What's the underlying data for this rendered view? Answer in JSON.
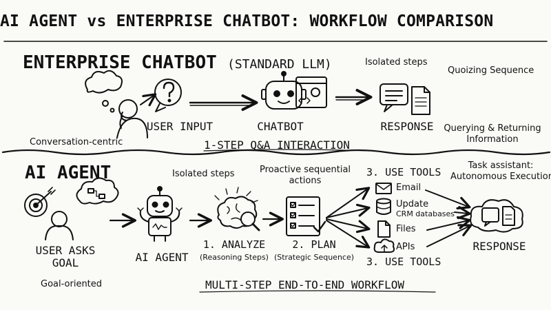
{
  "title": "AI AGENT vs ENTERPRISE CHATBOT: WORKFLOW COMPARISON",
  "chatbot": {
    "heading": "ENTERPRISE CHATBOT",
    "heading_sub": "(STANDARD LLM)",
    "isolated_steps": "Isolated steps",
    "quoizing": "Quoizing Sequence",
    "user_input": "USER INPUT",
    "chatbot_label": "CHATBOT",
    "response": "RESPONSE",
    "conversation_centric": "Conversation-centric",
    "querying_line1": "Querying & Returning",
    "querying_line2": "Information",
    "interaction": "1-STEP Q&A INTERACTION"
  },
  "agent": {
    "heading": "AI AGENT",
    "isolated_steps": "Isolated steps",
    "proactive_line1": "Proactive sequential",
    "proactive_line2": "actions",
    "use_tools_top": "3. USE TOOLS",
    "task_line1": "Task assistant:",
    "task_line2": "Autonomous Execution",
    "user_asks_line1": "USER ASKS",
    "user_asks_line2": "GOAL",
    "agent_label": "AI AGENT",
    "analyze": "1. ANALYZE",
    "analyze_sub": "(Reasoning Steps)",
    "plan": "2. PLAN",
    "plan_sub": "(Strategic Sequence)",
    "tools": [
      "Email",
      "Update",
      "CRM databases",
      "Files",
      "APIs"
    ],
    "use_tools_bottom": "3. USE TOOLS",
    "response": "RESPONSE",
    "goal_oriented": "Goal-oriented",
    "workflow": "MULTI-STEP END-TO-END WORKFLOW"
  },
  "icons": [
    "thinking-person-icon",
    "question-bubble-icon",
    "robot-icon",
    "code-window-icon",
    "speech-bubble-icon",
    "document-icon",
    "target-icon",
    "flowchart-cloud-icon",
    "person-icon",
    "agent-robot-icon",
    "brain-icon",
    "magnifier-icon",
    "checklist-icon",
    "email-icon",
    "database-icon",
    "file-icon",
    "cloud-upload-icon",
    "response-cloud-icon"
  ]
}
